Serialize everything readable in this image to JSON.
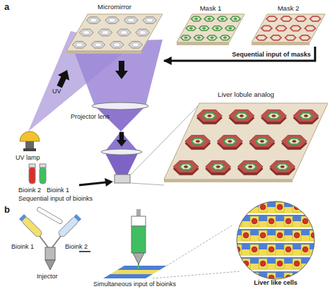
{
  "diagram": {
    "nodes": [
      {
        "text": [
          "Micromirror"
        ]
      },
      {
        "text": [
          "Mask 1"
        ]
      },
      {
        "text": [
          "Mask 2"
        ]
      },
      {
        "text": [
          "Liver lobule analog"
        ]
      },
      {
        "text": [
          "Liver like cells"
        ]
      }
    ],
    "edges": [
      {
        "from": 2,
        "to": 0,
        "arrow": "to",
        "label": "Sequential input of masks"
      }
    ],
    "labels": [
      "a",
      "UV",
      "Projector lens",
      "UV lamp",
      "Bioink 2",
      "Bioink 1",
      "Sequential input of bioinks",
      "b",
      "Bioink 1",
      "Bioink 2",
      "Injector",
      "Simultaneous input of bioinks"
    ]
  }
}
